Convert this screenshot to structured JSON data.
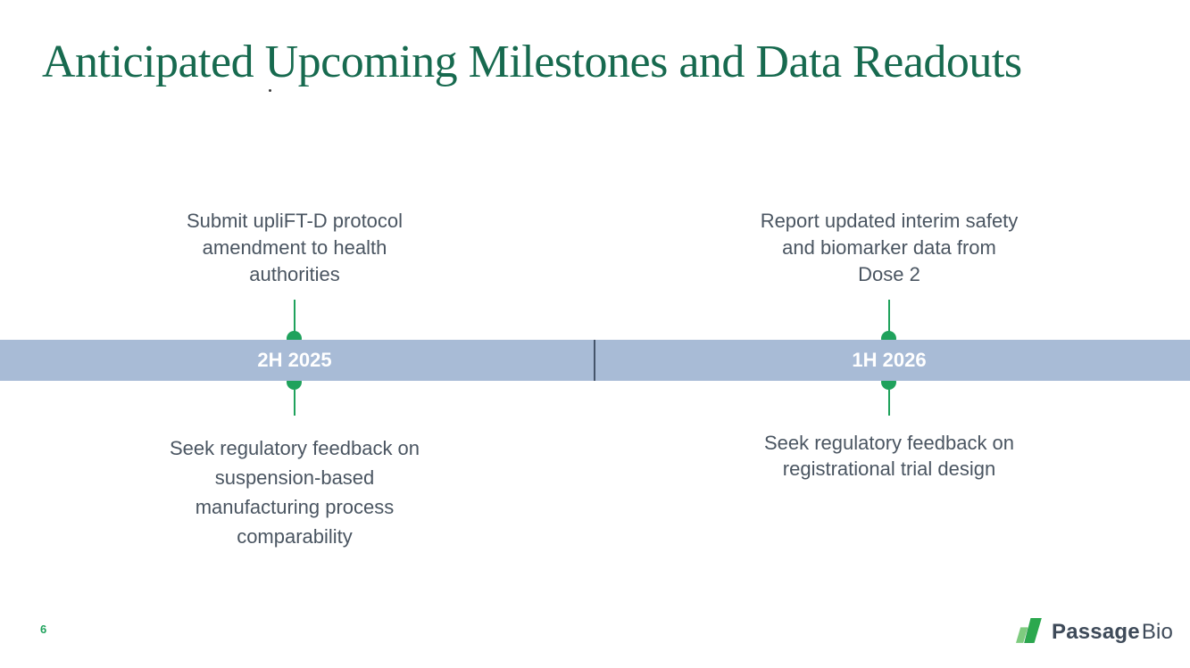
{
  "slide": {
    "title": "Anticipated Upcoming Milestones and Data Readouts",
    "page_number": "6"
  },
  "timeline": {
    "periods": [
      {
        "label": "2H 2025",
        "above_lines": [
          "Submit upliFT-D protocol",
          "amendment to health",
          "authorities"
        ],
        "below_lines": [
          "Seek regulatory feedback on",
          "suspension-based",
          "manufacturing process",
          "comparability"
        ]
      },
      {
        "label": "1H 2026",
        "above_lines": [
          "Report updated interim safety",
          "and biomarker data from",
          "Dose 2"
        ],
        "below_lines": [
          "Seek regulatory feedback on",
          "registrational trial design"
        ]
      }
    ]
  },
  "logo": {
    "brand_bold": "Passage",
    "brand_light": "Bio"
  },
  "colors": {
    "title_green": "#176A4F",
    "accent_green": "#1FA25C",
    "bar_blue": "#A8BBD6",
    "divider_navy": "#44546A",
    "body_text_slate": "#4A5561",
    "logo_slate": "#3E4A59",
    "logo_light_green": "#7ECB7F",
    "logo_dark_green": "#2BA84E"
  }
}
